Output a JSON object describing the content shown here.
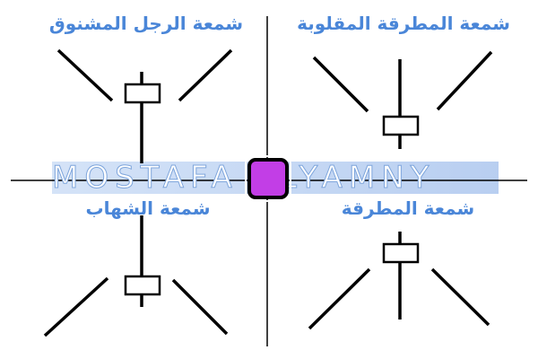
{
  "labels": {
    "top_left": "شمعة الرجل المشنوق",
    "top_right": "شمعة المطرقة المقلوبة",
    "bottom_left": "شمعة الشهاب",
    "bottom_right": "شمعة المطرقة"
  },
  "watermark": "MOSTAFA ELYAMNY",
  "colors": {
    "label": "#4a86d8",
    "center_square": "#c23ee6",
    "lines": "#000000",
    "watermark_band": "#b8cff0"
  }
}
